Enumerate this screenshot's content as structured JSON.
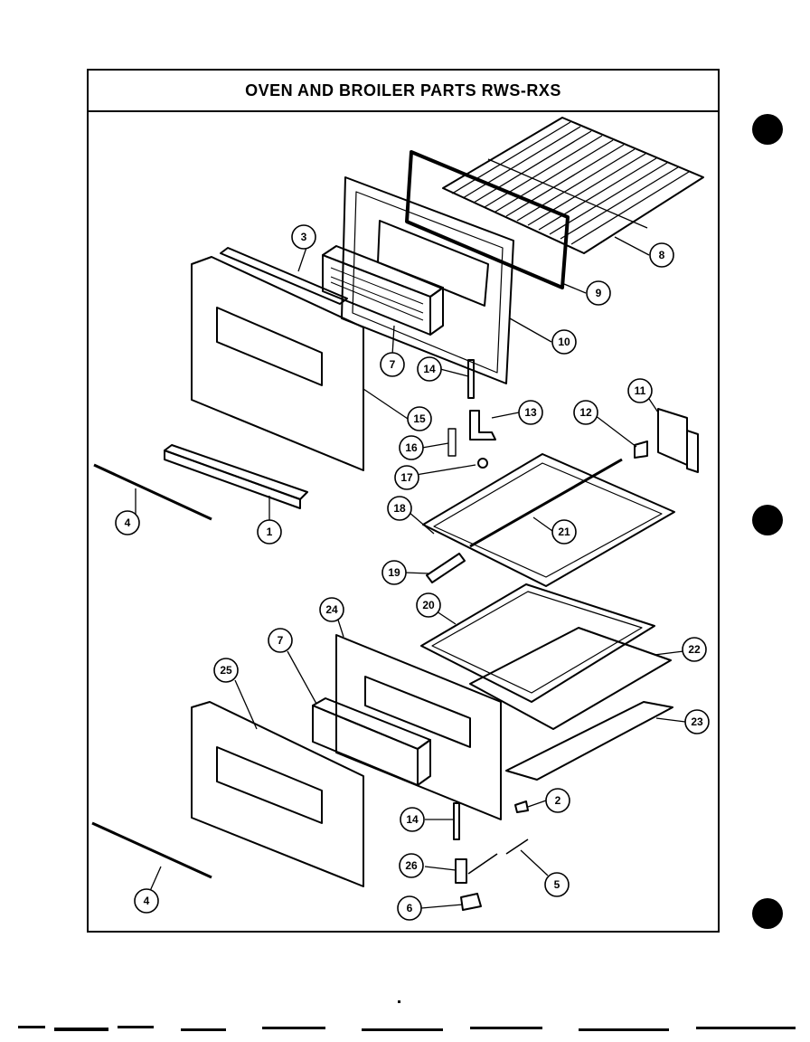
{
  "title": "OVEN AND BROILER PARTS RWS-RXS",
  "callouts": [
    {
      "label": "8"
    },
    {
      "label": "9"
    },
    {
      "label": "10"
    },
    {
      "label": "3"
    },
    {
      "label": "7"
    },
    {
      "label": "14"
    },
    {
      "label": "15"
    },
    {
      "label": "13"
    },
    {
      "label": "11"
    },
    {
      "label": "12"
    },
    {
      "label": "16"
    },
    {
      "label": "17"
    },
    {
      "label": "4"
    },
    {
      "label": "1"
    },
    {
      "label": "18"
    },
    {
      "label": "21"
    },
    {
      "label": "19"
    },
    {
      "label": "20"
    },
    {
      "label": "24"
    },
    {
      "label": "7"
    },
    {
      "label": "22"
    },
    {
      "label": "25"
    },
    {
      "label": "23"
    },
    {
      "label": "2"
    },
    {
      "label": "14"
    },
    {
      "label": "26"
    },
    {
      "label": "5"
    },
    {
      "label": "4"
    },
    {
      "label": "6"
    }
  ]
}
